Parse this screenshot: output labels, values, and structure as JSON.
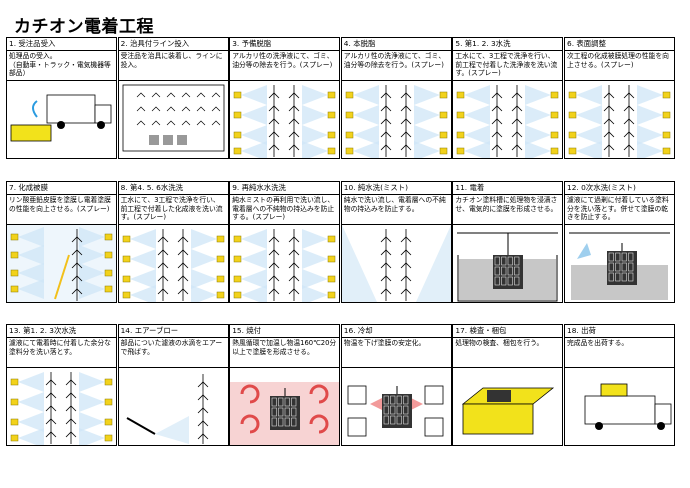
{
  "title": "カチオン電着工程",
  "steps": [
    {
      "head": "1. 受注品受入",
      "desc": "処理品の受入。\n（自動車・トラック・電気機器等部品）",
      "pic": "truck-unload"
    },
    {
      "head": "2. 治具付ライン投入",
      "desc": "受注品を治具に装着し、ラインに投入。",
      "pic": "jig"
    },
    {
      "head": "3. 予備脱脂",
      "desc": "アルカリ性の洗浄液にて、ゴミ、油分等の除去を行う。(スプレー)",
      "pic": "spray"
    },
    {
      "head": "4. 本脱脂",
      "desc": "アルカリ性の洗浄液にて、ゴミ、油分等の除去を行う。(スプレー)",
      "pic": "spray"
    },
    {
      "head": "5. 第1. 2. 3水洗",
      "desc": "工水にて、3工程で洗浄を行い、前工程で付着した洗浄液を洗い流す。(スプレー)",
      "pic": "spray"
    },
    {
      "head": "6. 表面調整",
      "desc": "次工程の化成被膜処理の性能を向上させる。(スプレー)",
      "pic": "spray"
    },
    {
      "head": "7. 化成被膜",
      "desc": "リン酸亜鉛皮膜を塗膜し電着塗膜の性能を向上させる。(スプレー)",
      "pic": "spray-dip"
    },
    {
      "head": "8. 第4. 5. 6水洗洗",
      "desc": "工水にて、3工程で洗浄を行い、前工程で付着した化成液を洗い流す。(スプレー)",
      "pic": "spray"
    },
    {
      "head": "9. 再純水水洗洗",
      "desc": "純水ミストの再利用で洗い流し、電着層への不純物の持込みを防止する。(スプレー)",
      "pic": "spray"
    },
    {
      "head": "10. 純水洗(ミスト)",
      "desc": "純水で洗い流し、電着層への不純物の持込みを防止する。",
      "pic": "mist"
    },
    {
      "head": "11. 電着",
      "desc": "カチオン塗料槽に処理物を浸漬させ、電気的に塗膜を形成させる。",
      "pic": "tank"
    },
    {
      "head": "12. 0次水洗(ミスト)",
      "desc": "濾液にて過剰に付着している塗料分を洗い落とす。併せて塗膜の乾きを防止する。",
      "pic": "tank-mist"
    },
    {
      "head": "13. 第1. 2. 3次水洗",
      "desc": "濾液にて電着時に付着した余分な塗料分を洗い落とす。",
      "pic": "spray"
    },
    {
      "head": "14. エアーブロー",
      "desc": "部品についた濾液の水滴をエアーで飛ばす。",
      "pic": "airblow"
    },
    {
      "head": "15. 焼付",
      "desc": "熱風循環で加温し物温160℃20分以上で塗膜を形成させる。",
      "pic": "oven"
    },
    {
      "head": "16. 冷却",
      "desc": "物温を下げ塗膜の安定化。",
      "pic": "cool"
    },
    {
      "head": "17. 検査・梱包",
      "desc": "処理物の検査、梱包を行う。",
      "pic": "pack"
    },
    {
      "head": "18. 出荷",
      "desc": "完成品を出荷する。",
      "pic": "ship"
    }
  ]
}
